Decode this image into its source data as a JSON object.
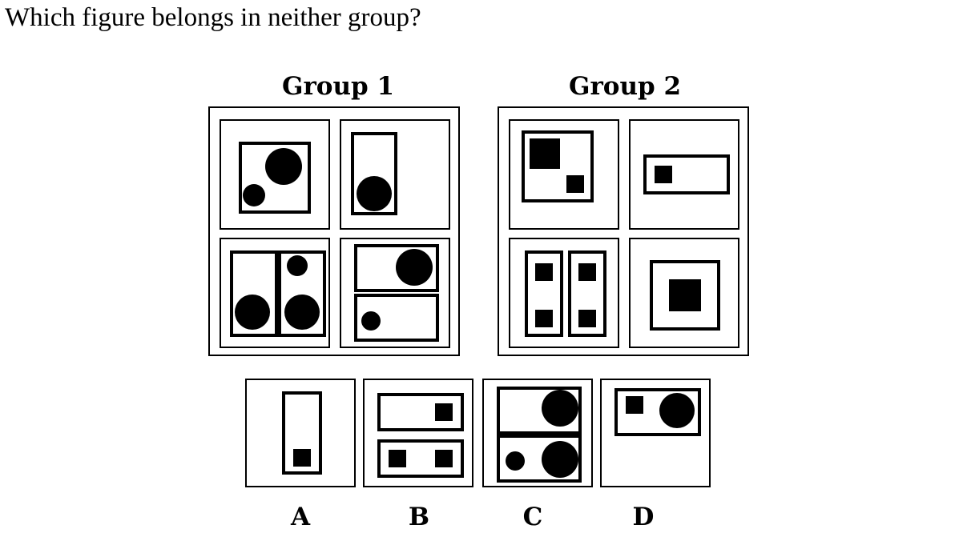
{
  "question": "Which figure belongs in neither group?",
  "groups": [
    {
      "title": "Group 1"
    },
    {
      "title": "Group 2"
    }
  ],
  "options": [
    {
      "label": "A"
    },
    {
      "label": "B"
    },
    {
      "label": "C"
    },
    {
      "label": "D"
    }
  ]
}
